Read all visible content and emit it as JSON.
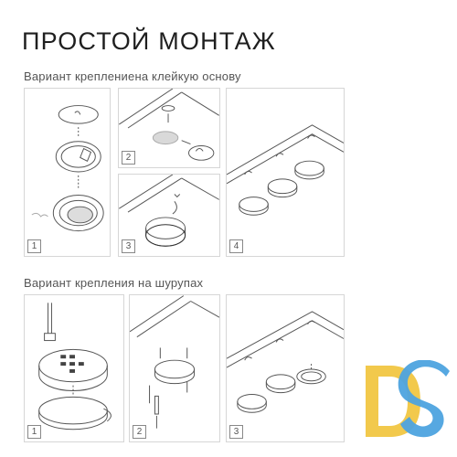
{
  "page": {
    "title": "ПРОСТОЙ МОНТАЖ"
  },
  "section_adhesive": {
    "heading": "Вариант креплениена клейкую основу",
    "steps": [
      "1",
      "2",
      "3",
      "4"
    ]
  },
  "section_screws": {
    "heading": "Вариант крепления на шурупах",
    "steps": [
      "1",
      "2",
      "3"
    ]
  },
  "logo": {
    "text": "DS",
    "colors": {
      "d": "#f2c94c",
      "s": "#4da3df"
    }
  }
}
